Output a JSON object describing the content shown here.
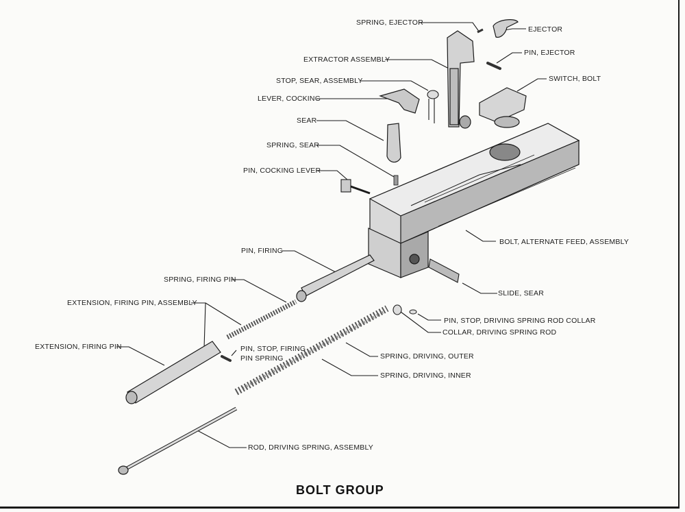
{
  "title": "BOLT GROUP",
  "labels": {
    "spring_ejector": "SPRING, EJECTOR",
    "ejector": "EJECTOR",
    "extractor_assembly": "EXTRACTOR  ASSEMBLY",
    "pin_ejector": "PIN, EJECTOR",
    "stop_sear_assembly": "STOP, SEAR, ASSEMBLY",
    "switch_bolt": "SWITCH, BOLT",
    "lever_cocking": "LEVER, COCKING",
    "sear": "SEAR",
    "spring_sear": "SPRING, SEAR",
    "pin_cocking_lever": "PIN, COCKING LEVER",
    "bolt_alternate_feed_assembly": "BOLT, ALTERNATE FEED, ASSEMBLY",
    "pin_firing": "PIN, FIRING",
    "slide_sear": "SLIDE, SEAR",
    "spring_firing_pin": "SPRING, FIRING PIN",
    "extension_firing_pin_assembly": "EXTENSION, FIRING PIN, ASSEMBLY",
    "pin_stop_driving_spring_rod_collar": "PIN, STOP, DRIVING SPRING ROD COLLAR",
    "collar_driving_spring_rod": "COLLAR, DRIVING SPRING ROD",
    "extension_firing_pin": "EXTENSION, FIRING PIN",
    "pin_stop_firing_pin_spring_line1": "PIN, STOP, FIRING",
    "pin_stop_firing_pin_spring_line2": "PIN SPRING",
    "spring_driving_outer": "SPRING, DRIVING, OUTER",
    "spring_driving_inner": "SPRING, DRIVING, INNER",
    "rod_driving_spring_assembly": "ROD, DRIVING SPRING, ASSEMBLY"
  }
}
